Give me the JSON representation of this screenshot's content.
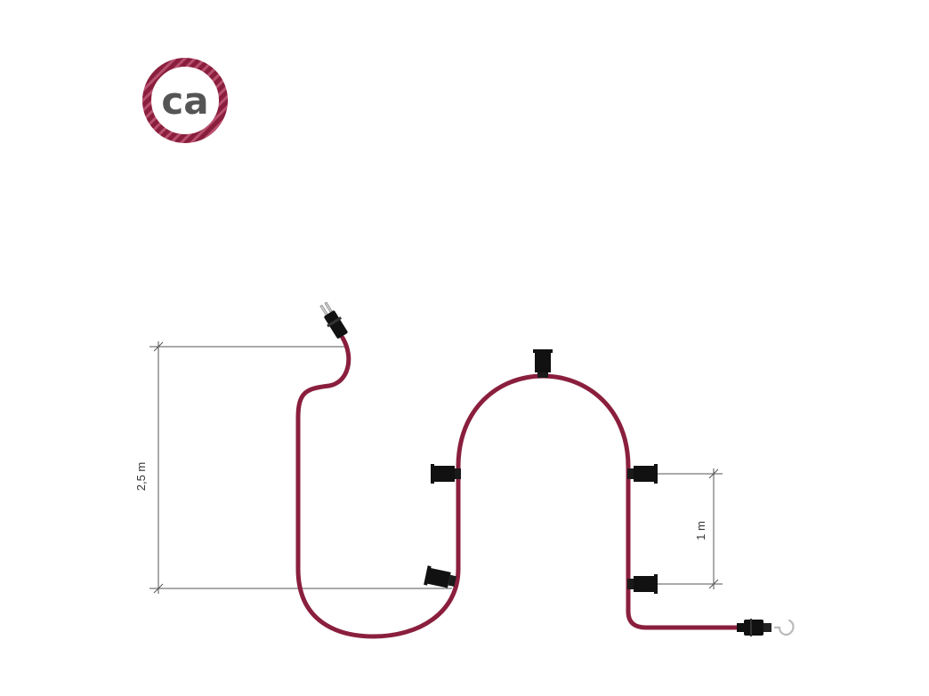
{
  "logo": {
    "text": "ca",
    "ring_color": "#8a1f3d",
    "text_color": "#555555"
  },
  "cable": {
    "color": "#8a1f3d",
    "socket_color": "#111111",
    "socket_count": 5,
    "plug": "plug-icon",
    "end_connector": "female-connector-icon",
    "hook": "hook-icon"
  },
  "dimensions": {
    "drop_length_label": "2,5 m",
    "socket_spacing_label": "1 m",
    "line_color": "#555555"
  }
}
